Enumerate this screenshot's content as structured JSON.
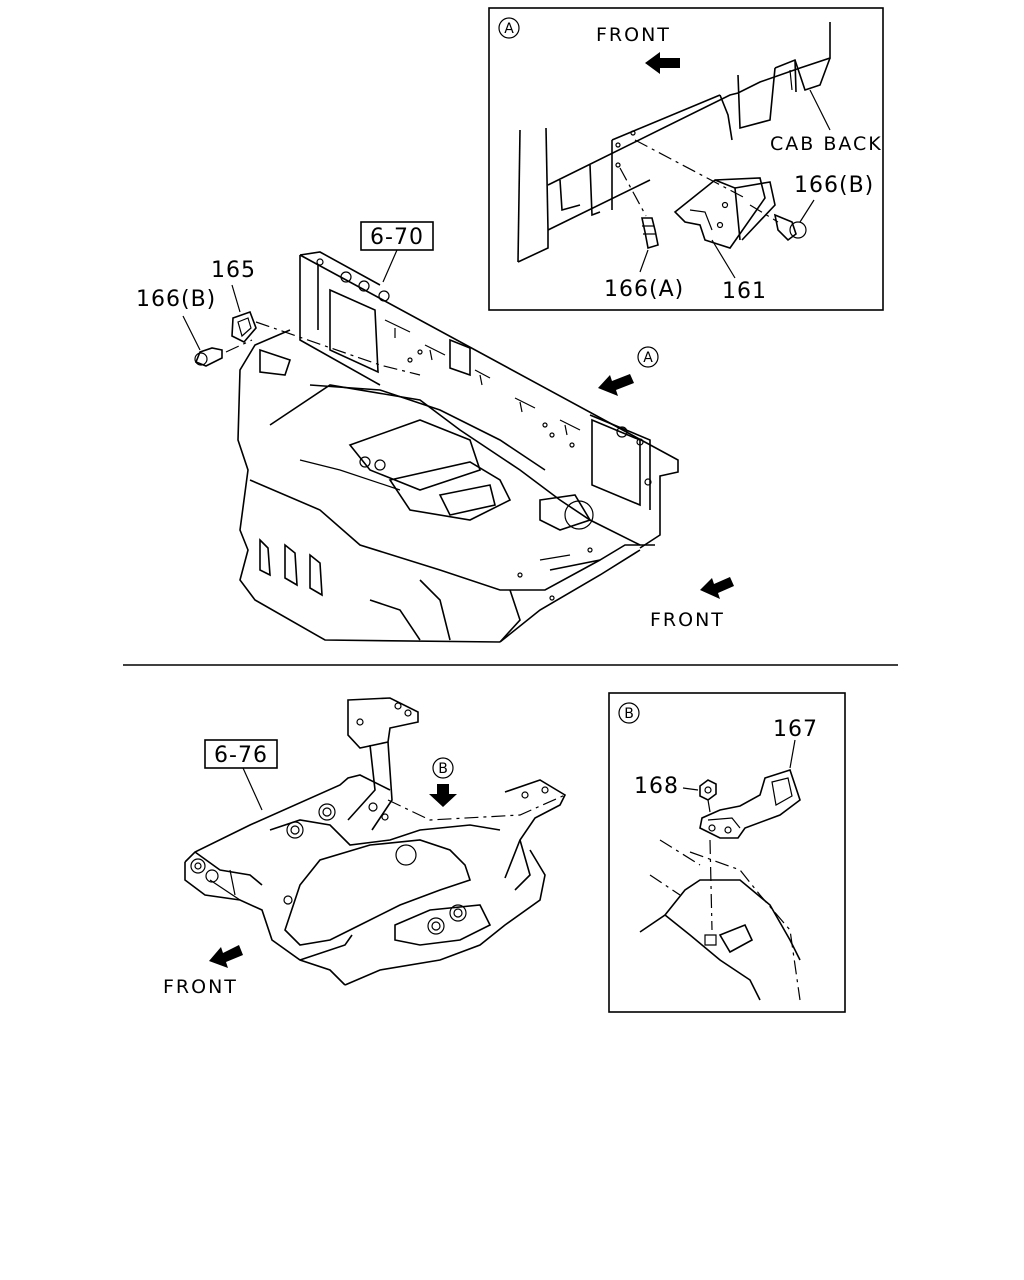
{
  "callouts": {
    "detail_a": "A",
    "detail_b": "B"
  },
  "labels": {
    "front_a": "FRONT",
    "cab_back": "CAB BACK",
    "p166b_a": "166(B)",
    "p166a": "166(A)",
    "p161": "161",
    "ref_6_70": "6-70",
    "p165": "165",
    "p166b_main": "166(B)",
    "front_main": "FRONT",
    "ref_6_76": "6-76",
    "p167": "167",
    "p168": "168",
    "front_lower": "FRONT"
  },
  "icons": {
    "front_arrow": "arrow-icon",
    "view_arrow": "arrow-icon",
    "callout_circle": "circle-letter"
  }
}
